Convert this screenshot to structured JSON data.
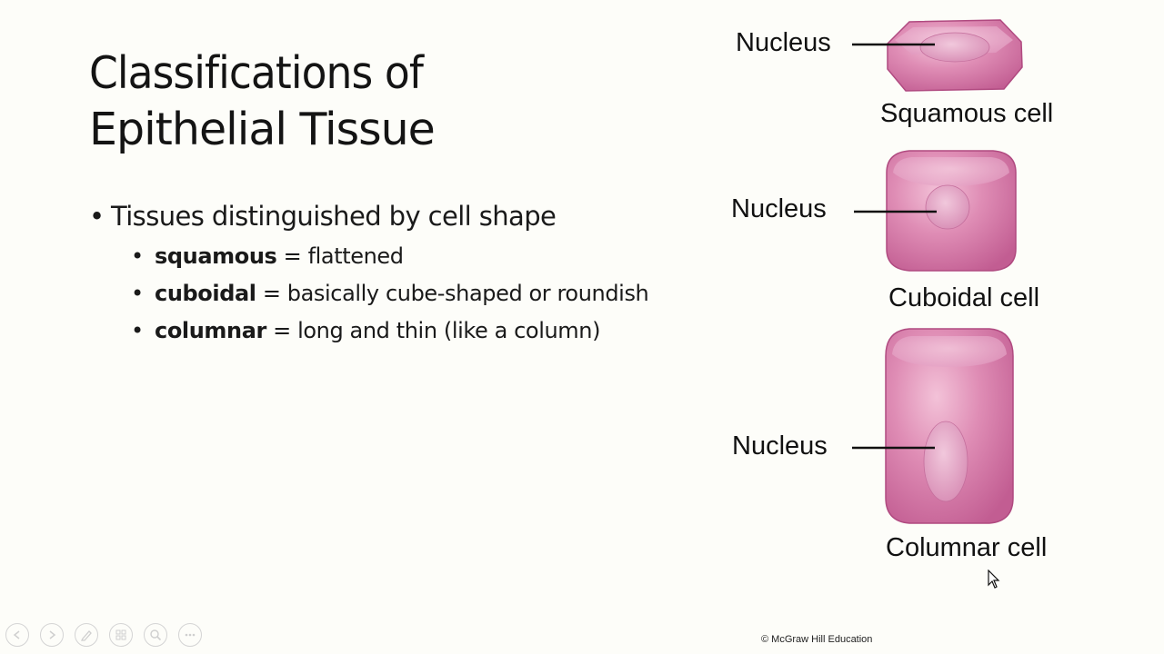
{
  "slide": {
    "title_word1": "Classifications",
    "title_word2": " of",
    "title_line2": "Epithelial Tissue",
    "bullet_main": "Tissues distinguished by cell shape",
    "bullet_symbol": "•",
    "sub_bullets": [
      {
        "term": "squamous",
        "desc": " = flattened"
      },
      {
        "term": "cuboidal",
        "desc": " = basically cube-shaped or roundish"
      },
      {
        "term": "columnar",
        "desc": " = long and thin (like a column)"
      }
    ]
  },
  "figure": {
    "cells": [
      {
        "nucleus_label": "Nucleus",
        "cell_label": "Squamous cell"
      },
      {
        "nucleus_label": "Nucleus",
        "cell_label": "Cuboidal cell"
      },
      {
        "nucleus_label": "Nucleus",
        "cell_label": "Columnar cell"
      }
    ],
    "cell_color": "#d67aa6",
    "cell_edge_color": "#b04a80"
  },
  "footer": {
    "copyright": "© McGraw Hill Education"
  },
  "controls": {
    "icons": [
      "previous-slide-icon",
      "next-slide-icon",
      "pen-icon",
      "see-all-slides-icon",
      "zoom-icon",
      "more-options-icon"
    ]
  }
}
